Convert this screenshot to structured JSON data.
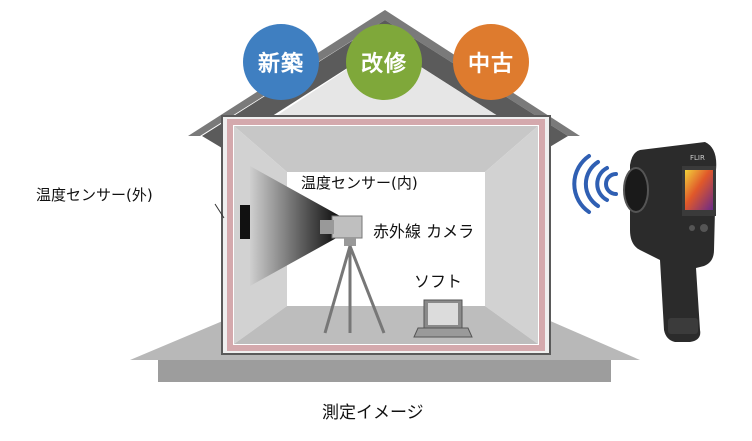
{
  "categories": [
    {
      "label": "新築",
      "color": "#3f7fc1"
    },
    {
      "label": "改修",
      "color": "#7fa83a"
    },
    {
      "label": "中古",
      "color": "#de7b2e"
    }
  ],
  "labels": {
    "outdoor_sensor": "温度センサー(外)",
    "indoor_sensor": "温度センサー(内)",
    "ir_camera": "赤外線 カメラ",
    "software": "ソフト"
  },
  "caption": "測定イメージ",
  "colors": {
    "roof": "#5b5b5b",
    "wall_outer": "#d4a9ad",
    "interior": "#cfcfcf",
    "ground": "#a9a9a9"
  },
  "icons": [
    "laptop-icon",
    "tripod-camera-icon",
    "thermal-camera-icon",
    "wireless-signal-icon",
    "temperature-sensor-icon"
  ]
}
